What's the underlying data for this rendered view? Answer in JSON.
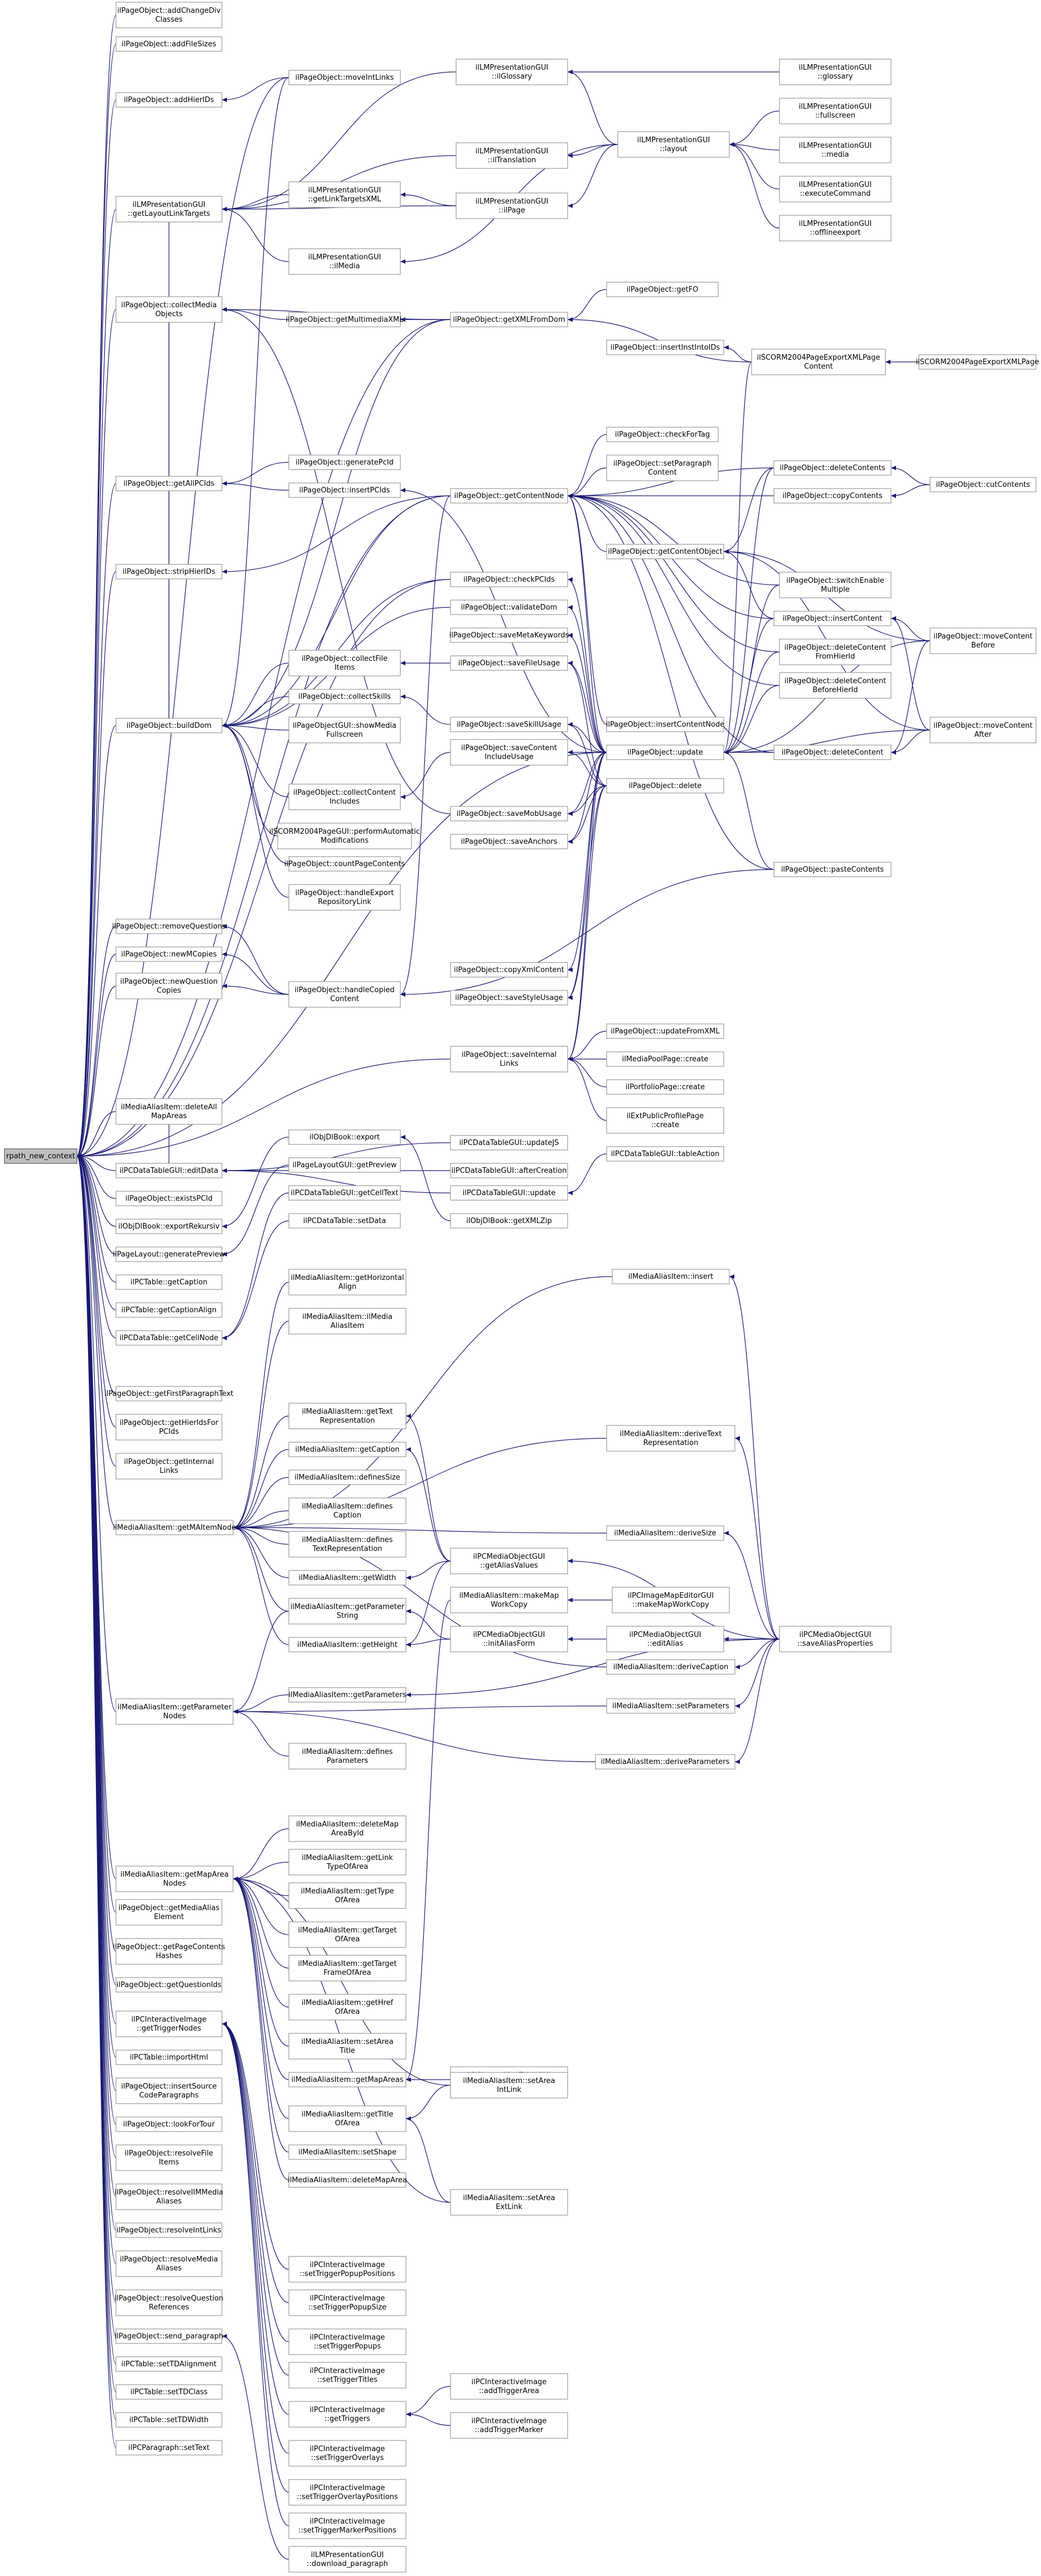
{
  "graph": {
    "edge_color": "#191970",
    "node_stroke": "#9a9a9a",
    "root_fill": "#bfbfbf",
    "nodes": [
      {
        "id": "root",
        "lines": [
          "rpath_new_context"
        ],
        "root": true
      },
      {
        "id": "n1",
        "lines": [
          "ilPageObject::addChangeDiv",
          "Classes"
        ]
      },
      {
        "id": "n2",
        "lines": [
          "ilPageObject::addFileSizes"
        ]
      },
      {
        "id": "n3",
        "lines": [
          "ilPageObject::addHierIDs"
        ]
      },
      {
        "id": "n4",
        "lines": [
          "ilLMPresentationGUI",
          "::getLayoutLinkTargets"
        ]
      },
      {
        "id": "n5",
        "lines": [
          "ilPageObject::collectMedia",
          "Objects"
        ]
      },
      {
        "id": "n6",
        "lines": [
          "ilPageObject::getAllPCIds"
        ]
      },
      {
        "id": "n7",
        "lines": [
          "ilPageObject::stripHierIDs"
        ]
      },
      {
        "id": "n8",
        "lines": [
          "ilPageObject::buildDom"
        ]
      },
      {
        "id": "n9",
        "lines": [
          "ilPageObject::removeQuestions"
        ]
      },
      {
        "id": "n10",
        "lines": [
          "ilPageObject::newMCopies"
        ]
      },
      {
        "id": "n11",
        "lines": [
          "ilPageObject::newQuestion",
          "Copies"
        ]
      },
      {
        "id": "n12",
        "lines": [
          "ilMediaAliasItem::deleteAll",
          "MapAreas"
        ]
      },
      {
        "id": "n13",
        "lines": [
          "ilPCDataTableGUI::editData"
        ]
      },
      {
        "id": "n14",
        "lines": [
          "ilPageObject::existsPCId"
        ]
      },
      {
        "id": "n15",
        "lines": [
          "ilObjDlBook::exportRekursiv"
        ]
      },
      {
        "id": "n16",
        "lines": [
          "ilPageLayout::generatePreview"
        ]
      },
      {
        "id": "n17",
        "lines": [
          "ilPCTable::getCaption"
        ]
      },
      {
        "id": "n18",
        "lines": [
          "ilPCTable::getCaptionAlign"
        ]
      },
      {
        "id": "n19",
        "lines": [
          "ilPCDataTable::getCellNode"
        ]
      },
      {
        "id": "n20",
        "lines": [
          "ilPageObject::getFirstParagraphText"
        ]
      },
      {
        "id": "n21",
        "lines": [
          "ilPageObject::getHierIdsFor",
          "PCIds"
        ]
      },
      {
        "id": "n22",
        "lines": [
          "ilPageObject::getInternal",
          "Links"
        ]
      },
      {
        "id": "n23",
        "lines": [
          "ilMediaAliasItem::getMAItemNode"
        ]
      },
      {
        "id": "n24",
        "lines": [
          "ilMediaAliasItem::getParameter",
          "Nodes"
        ]
      },
      {
        "id": "n25",
        "lines": [
          "ilMediaAliasItem::getMapArea",
          "Nodes"
        ]
      },
      {
        "id": "n26",
        "lines": [
          "ilPageObject::getMediaAlias",
          "Element"
        ]
      },
      {
        "id": "n27",
        "lines": [
          "ilPageObject::getPageContents",
          "Hashes"
        ]
      },
      {
        "id": "n28",
        "lines": [
          "ilPageObject::getQuestionIds"
        ]
      },
      {
        "id": "n29",
        "lines": [
          "ilPCInteractiveImage",
          "::getTriggerNodes"
        ]
      },
      {
        "id": "n30",
        "lines": [
          "ilPCTable::importHtml"
        ]
      },
      {
        "id": "n31",
        "lines": [
          "ilPageObject::insertSource",
          "CodeParagraphs"
        ]
      },
      {
        "id": "n32",
        "lines": [
          "ilPageObject::lookForTour"
        ]
      },
      {
        "id": "n33",
        "lines": [
          "ilPageObject::resolveFile",
          "Items"
        ]
      },
      {
        "id": "n34",
        "lines": [
          "ilPageObject::resolveIIMMedia",
          "Aliases"
        ]
      },
      {
        "id": "n35",
        "lines": [
          "ilPageObject::resolveIntLinks"
        ]
      },
      {
        "id": "n36",
        "lines": [
          "ilPageObject::resolveMedia",
          "Aliases"
        ]
      },
      {
        "id": "n37",
        "lines": [
          "ilPageObject::resolveQuestion",
          "References"
        ]
      },
      {
        "id": "n38",
        "lines": [
          "ilPageObject::send_paragraph"
        ]
      },
      {
        "id": "n39",
        "lines": [
          "ilPCTable::setTDAlignment"
        ]
      },
      {
        "id": "n40",
        "lines": [
          "ilPCTable::setTDClass"
        ]
      },
      {
        "id": "n41",
        "lines": [
          "ilPCTable::setTDWidth"
        ]
      },
      {
        "id": "n42",
        "lines": [
          "ilPCParagraph::setText"
        ]
      },
      {
        "id": "n43",
        "lines": [
          "ilPageObject::moveIntLinks"
        ]
      },
      {
        "id": "n44",
        "lines": [
          "ilLMPresentationGUI",
          "::getLinkTargetsXML"
        ]
      },
      {
        "id": "n45",
        "lines": [
          "ilLMPresentationGUI",
          "::ilMedia"
        ]
      },
      {
        "id": "n46",
        "lines": [
          "ilPageObject::getMultimediaXML"
        ]
      },
      {
        "id": "n47",
        "lines": [
          "ilPageObject::generatePcId"
        ]
      },
      {
        "id": "n48",
        "lines": [
          "ilPageObject::insertPCIds"
        ]
      },
      {
        "id": "n49",
        "lines": [
          "ilPageObject::collectFile",
          "Items"
        ]
      },
      {
        "id": "n50",
        "lines": [
          "ilPageObject::collectSkills"
        ]
      },
      {
        "id": "n51",
        "lines": [
          "ilPageObjectGUI::showMedia",
          "Fullscreen"
        ]
      },
      {
        "id": "n52",
        "lines": [
          "ilPageObject::collectContent",
          "Includes"
        ]
      },
      {
        "id": "n53",
        "lines": [
          "ilSCORM2004PageGUI::performAutomatic",
          "Modifications"
        ]
      },
      {
        "id": "n54",
        "lines": [
          "ilPageObject::countPageContents"
        ]
      },
      {
        "id": "n55",
        "lines": [
          "ilPageObject::handleExport",
          "RepositoryLink"
        ]
      },
      {
        "id": "n56",
        "lines": [
          "ilPageObject::handleCopied",
          "Content"
        ]
      },
      {
        "id": "n57",
        "lines": [
          "ilObjDlBook::export"
        ]
      },
      {
        "id": "n58",
        "lines": [
          "ilPageLayoutGUI::getPreview"
        ]
      },
      {
        "id": "n59",
        "lines": [
          "ilPCDataTableGUI::getCellText"
        ]
      },
      {
        "id": "n60",
        "lines": [
          "ilPCDataTable::setData"
        ]
      },
      {
        "id": "n61",
        "lines": [
          "ilMediaAliasItem::getHorizontal",
          "Align"
        ]
      },
      {
        "id": "n62",
        "lines": [
          "ilMediaAliasItem::ilMedia",
          "AliasItem"
        ]
      },
      {
        "id": "n63",
        "lines": [
          "ilMediaAliasItem::getText",
          "Representation"
        ]
      },
      {
        "id": "n64",
        "lines": [
          "ilMediaAliasItem::getCaption"
        ]
      },
      {
        "id": "n65",
        "lines": [
          "ilMediaAliasItem::definesSize"
        ]
      },
      {
        "id": "n66",
        "lines": [
          "ilMediaAliasItem::defines",
          "Caption"
        ]
      },
      {
        "id": "n67",
        "lines": [
          "ilMediaAliasItem::defines",
          "TextRepresentation"
        ]
      },
      {
        "id": "n68",
        "lines": [
          "ilMediaAliasItem::getWidth"
        ]
      },
      {
        "id": "n69",
        "lines": [
          "ilMediaAliasItem::getParameter",
          "String"
        ]
      },
      {
        "id": "n70",
        "lines": [
          "ilMediaAliasItem::getHeight"
        ]
      },
      {
        "id": "n71",
        "lines": [
          "ilMediaAliasItem::getParameters"
        ]
      },
      {
        "id": "n72",
        "lines": [
          "ilMediaAliasItem::defines",
          "Parameters"
        ]
      },
      {
        "id": "n73",
        "lines": [
          "ilMediaAliasItem::deleteMap",
          "AreaById"
        ]
      },
      {
        "id": "n74",
        "lines": [
          "ilMediaAliasItem::getLink",
          "TypeOfArea"
        ]
      },
      {
        "id": "n75",
        "lines": [
          "ilMediaAliasItem::getType",
          "OfArea"
        ]
      },
      {
        "id": "n76",
        "lines": [
          "ilMediaAliasItem::getTarget",
          "OfArea"
        ]
      },
      {
        "id": "n77",
        "lines": [
          "ilMediaAliasItem::getTarget",
          "FrameOfArea"
        ]
      },
      {
        "id": "n78",
        "lines": [
          "ilMediaAliasItem::getHref",
          "OfArea"
        ]
      },
      {
        "id": "n79",
        "lines": [
          "ilMediaAliasItem::setArea",
          "Title"
        ]
      },
      {
        "id": "n80",
        "lines": [
          "ilMediaAliasItem::getMapAreas"
        ]
      },
      {
        "id": "n81",
        "lines": [
          "ilMediaAliasItem::getTitle",
          "OfArea"
        ]
      },
      {
        "id": "n82",
        "lines": [
          "ilMediaAliasItem::setShape"
        ]
      },
      {
        "id": "n83",
        "lines": [
          "ilMediaAliasItem::deleteMapArea"
        ]
      },
      {
        "id": "n84",
        "lines": [
          "ilPCInteractiveImage",
          "::setTriggerPopupPositions"
        ]
      },
      {
        "id": "n85",
        "lines": [
          "ilPCInteractiveImage",
          "::setTriggerPopupSize"
        ]
      },
      {
        "id": "n86",
        "lines": [
          "ilPCInteractiveImage",
          "::setTriggerPopups"
        ]
      },
      {
        "id": "n87",
        "lines": [
          "ilPCInteractiveImage",
          "::setTriggerTitles"
        ]
      },
      {
        "id": "n88",
        "lines": [
          "ilPCInteractiveImage",
          "::getTriggers"
        ]
      },
      {
        "id": "n89",
        "lines": [
          "ilPCInteractiveImage",
          "::setTriggerOverlays"
        ]
      },
      {
        "id": "n90",
        "lines": [
          "ilPCInteractiveImage",
          "::setTriggerOverlayPositions"
        ]
      },
      {
        "id": "n91",
        "lines": [
          "ilPCInteractiveImage",
          "::setTriggerMarkerPositions"
        ]
      },
      {
        "id": "n92",
        "lines": [
          "ilLMPresentationGUI",
          "::download_paragraph"
        ]
      },
      {
        "id": "n93",
        "lines": [
          "ilLMPresentationGUI",
          "::ilGlossary"
        ]
      },
      {
        "id": "n94",
        "lines": [
          "ilLMPresentationGUI",
          "::ilTranslation"
        ]
      },
      {
        "id": "n95",
        "lines": [
          "ilLMPresentationGUI",
          "::ilPage"
        ]
      },
      {
        "id": "n96",
        "lines": [
          "ilPageObject::getXMLFromDom"
        ]
      },
      {
        "id": "n97",
        "lines": [
          "ilPageObject::insertInstIntoIDs"
        ]
      },
      {
        "id": "n98",
        "lines": [
          "ilPageObject::getContentNode"
        ]
      },
      {
        "id": "n99",
        "lines": [
          "ilPageObject::checkPCIds"
        ]
      },
      {
        "id": "n100",
        "lines": [
          "ilPageObject::validateDom"
        ]
      },
      {
        "id": "n101",
        "lines": [
          "ilPageObject::saveMetaKeywords"
        ]
      },
      {
        "id": "n102",
        "lines": [
          "ilPageObject::saveFileUsage"
        ]
      },
      {
        "id": "n103",
        "lines": [
          "ilPageObject::saveSkillUsage"
        ]
      },
      {
        "id": "n104",
        "lines": [
          "ilPageObject::saveContent",
          "IncludeUsage"
        ]
      },
      {
        "id": "n105",
        "lines": [
          "ilPageObject::saveMobUsage"
        ]
      },
      {
        "id": "n106",
        "lines": [
          "ilPageObject::saveAnchors"
        ]
      },
      {
        "id": "n107",
        "lines": [
          "ilPageObject::copyXmlContent"
        ]
      },
      {
        "id": "n108",
        "lines": [
          "ilPageObject::saveStyleUsage"
        ]
      },
      {
        "id": "n109",
        "lines": [
          "ilPageObject::saveInternal",
          "Links"
        ]
      },
      {
        "id": "n110",
        "lines": [
          "ilPCDataTableGUI::update"
        ]
      },
      {
        "id": "n111",
        "lines": [
          "ilPCDataTableGUI::afterCreation"
        ]
      },
      {
        "id": "n112",
        "lines": [
          "ilPCDataTableGUI::updateJS"
        ]
      },
      {
        "id": "n113",
        "lines": [
          "ilObjDlBook::getXMLZip"
        ]
      },
      {
        "id": "n114",
        "lines": [
          "ilPageObject::getFO"
        ]
      },
      {
        "id": "n115",
        "lines": [
          "ilPageObject::setParagraph",
          "Content"
        ]
      },
      {
        "id": "n116",
        "lines": [
          "ilPageObject::checkForTag"
        ]
      },
      {
        "id": "n117",
        "lines": [
          "ilPageObject::getContentObject"
        ]
      },
      {
        "id": "n118",
        "lines": [
          "ilPageObject::insertContentNode"
        ]
      },
      {
        "id": "n119",
        "lines": [
          "ilPageObject::update"
        ]
      },
      {
        "id": "n120",
        "lines": [
          "ilPageObject::delete"
        ]
      },
      {
        "id": "n121",
        "lines": [
          "ilPageObject::updateFromXML"
        ]
      },
      {
        "id": "n122",
        "lines": [
          "ilMediaPoolPage::create"
        ]
      },
      {
        "id": "n123",
        "lines": [
          "ilPortfolioPage::create"
        ]
      },
      {
        "id": "n124",
        "lines": [
          "ilExtPublicProfilePage",
          "::create"
        ]
      },
      {
        "id": "n125",
        "lines": [
          "ilPCDataTableGUI::tableAction"
        ]
      },
      {
        "id": "n126",
        "lines": [
          "ilMediaAliasItem::insert"
        ]
      },
      {
        "id": "n127",
        "lines": [
          "ilMediaAliasItem::deriveText",
          "Representation"
        ]
      },
      {
        "id": "n128",
        "lines": [
          "ilMediaAliasItem::deriveSize"
        ]
      },
      {
        "id": "n129",
        "lines": [
          "ilPCMediaObjectGUI",
          "::getAliasValues"
        ]
      },
      {
        "id": "n130",
        "lines": [
          "ilMediaAliasItem::makeMap",
          "WorkCopy"
        ]
      },
      {
        "id": "n131",
        "lines": [
          "ilPCMediaObjectGUI",
          "::initAliasForm"
        ]
      },
      {
        "id": "n132",
        "lines": [
          "ilPCMediaObjectGUI",
          "::editAlias"
        ]
      },
      {
        "id": "n133",
        "lines": [
          "ilPCImageMapEditorGUI",
          "::makeMapWorkCopy"
        ]
      },
      {
        "id": "n134",
        "lines": [
          "ilMediaAliasItem::deriveCaption"
        ]
      },
      {
        "id": "n135",
        "lines": [
          "ilMediaAliasItem::setParameters"
        ]
      },
      {
        "id": "n136",
        "lines": [
          "ilMediaAliasItem::deriveParameters"
        ]
      },
      {
        "id": "n137",
        "lines": [
          "ilPCImageMapTableGUI",
          "::getItems"
        ]
      },
      {
        "id": "n138",
        "lines": [
          "ilMediaAliasItem::setArea",
          "IntLink"
        ]
      },
      {
        "id": "n139",
        "lines": [
          "ilMediaAliasItem::setArea",
          "ExtLink"
        ]
      },
      {
        "id": "n140",
        "lines": [
          "ilPCInteractiveImage",
          "::addTriggerArea"
        ]
      },
      {
        "id": "n141",
        "lines": [
          "ilPCInteractiveImage",
          "::addTriggerMarker"
        ]
      },
      {
        "id": "n142",
        "lines": [
          "ilLMPresentationGUI",
          "::glossary"
        ]
      },
      {
        "id": "n143",
        "lines": [
          "ilLMPresentationGUI",
          "::layout"
        ]
      },
      {
        "id": "n144",
        "lines": [
          "ilSCORM2004PageExportXMLPage",
          "Content"
        ]
      },
      {
        "id": "n145",
        "lines": [
          "ilPageObject::deleteContents"
        ]
      },
      {
        "id": "n146",
        "lines": [
          "ilPageObject::copyContents"
        ]
      },
      {
        "id": "n147",
        "lines": [
          "ilPageObject::switchEnable",
          "Multiple"
        ]
      },
      {
        "id": "n148",
        "lines": [
          "ilPageObject::insertContent"
        ]
      },
      {
        "id": "n149",
        "lines": [
          "ilPageObject::deleteContent",
          "FromHierId"
        ]
      },
      {
        "id": "n150",
        "lines": [
          "ilPageObject::deleteContent",
          "BeforeHierId"
        ]
      },
      {
        "id": "n151",
        "lines": [
          "ilPageObject::deleteContent"
        ]
      },
      {
        "id": "n152",
        "lines": [
          "ilPageObject::pasteContents"
        ]
      },
      {
        "id": "n153",
        "lines": [
          "ilPCMediaObjectGUI",
          "::saveAliasProperties"
        ]
      },
      {
        "id": "n154",
        "lines": [
          "ilLMPresentationGUI",
          "::fullscreen"
        ]
      },
      {
        "id": "n155",
        "lines": [
          "ilLMPresentationGUI",
          "::media"
        ]
      },
      {
        "id": "n156",
        "lines": [
          "ilLMPresentationGUI",
          "::executeCommand"
        ]
      },
      {
        "id": "n157",
        "lines": [
          "ilLMPresentationGUI",
          "::offlineexport"
        ]
      },
      {
        "id": "n158",
        "lines": [
          "ilSCORM2004PageExportXMLPage"
        ]
      },
      {
        "id": "n159",
        "lines": [
          "ilPageObject::cutContents"
        ]
      },
      {
        "id": "n160",
        "lines": [
          "ilPageObject::moveContent",
          "Before"
        ]
      },
      {
        "id": "n161",
        "lines": [
          "ilPageObject::moveContent",
          "After"
        ]
      }
    ]
  }
}
